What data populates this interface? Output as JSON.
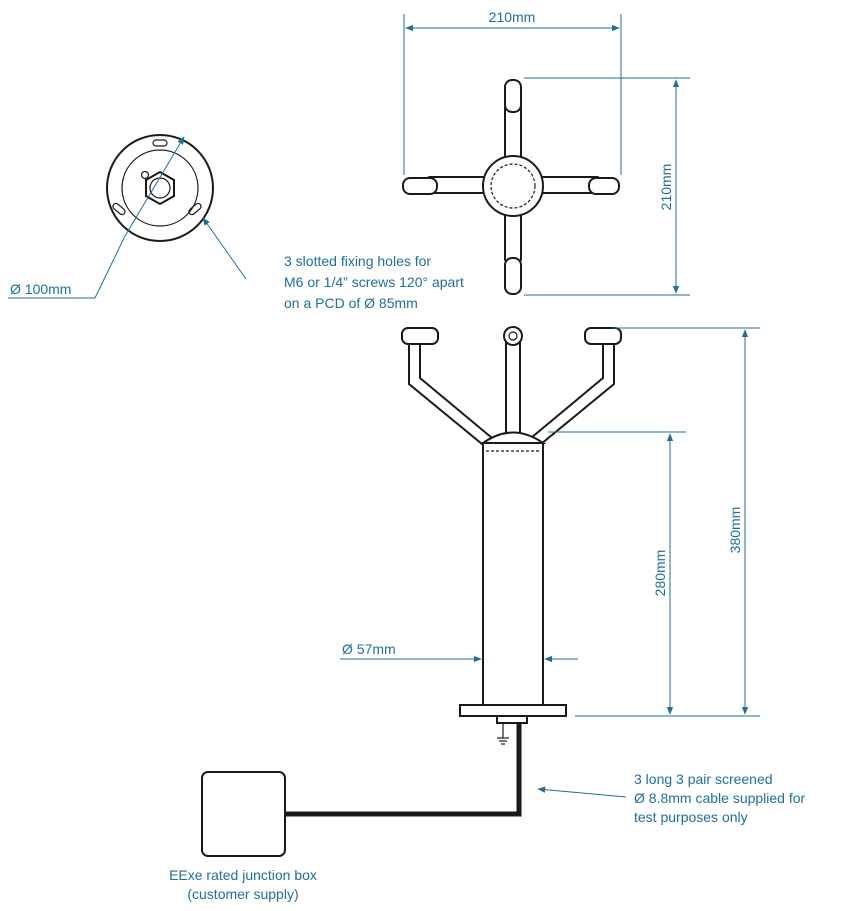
{
  "dimensions": {
    "top_width": "210mm",
    "top_height": "210mm",
    "base_diameter": "Ø 100mm",
    "total_height": "380mm",
    "body_height": "280mm",
    "body_diameter": "Ø 57mm"
  },
  "notes": {
    "fixing_holes": [
      "3 slotted fixing holes for",
      "M6 or 1/4” screws 120° apart",
      "on a PCD of Ø 85mm"
    ],
    "cable": [
      "3 long 3 pair screened",
      "Ø 8.8mm cable supplied for",
      "test purposes only"
    ],
    "junction_box": [
      "EExe rated junction box",
      "(customer supply)"
    ]
  },
  "colors": {
    "dimension": "#1f6f9a",
    "drawing": "#1a1a1a"
  }
}
